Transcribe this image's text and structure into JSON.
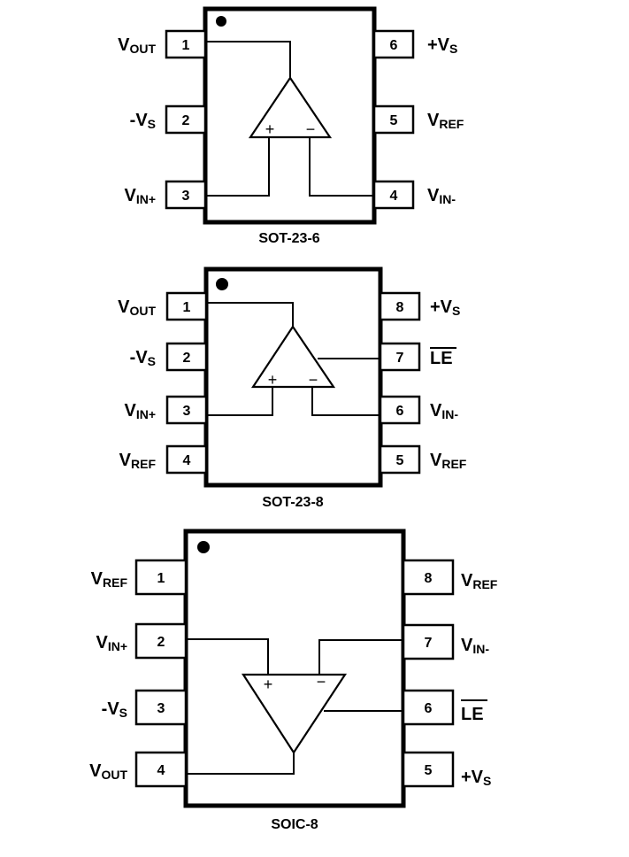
{
  "diagram": {
    "title": "Comparator pin configurations",
    "packages": [
      {
        "name": "SOT-23-6",
        "pins": [
          {
            "num": "1",
            "side": "left",
            "label_main": "V",
            "label_sub": "OUT",
            "overline": false
          },
          {
            "num": "2",
            "side": "left",
            "label_main": "-V",
            "label_sub": "S",
            "overline": false
          },
          {
            "num": "3",
            "side": "left",
            "label_main": "V",
            "label_sub": "IN+",
            "overline": false
          },
          {
            "num": "4",
            "side": "right",
            "label_main": "V",
            "label_sub": "IN-",
            "overline": false
          },
          {
            "num": "5",
            "side": "right",
            "label_main": "V",
            "label_sub": "REF",
            "overline": false
          },
          {
            "num": "6",
            "side": "right",
            "label_main": "+V",
            "label_sub": "S",
            "overline": false
          }
        ]
      },
      {
        "name": "SOT-23-8",
        "pins": [
          {
            "num": "1",
            "side": "left",
            "label_main": "V",
            "label_sub": "OUT",
            "overline": false
          },
          {
            "num": "2",
            "side": "left",
            "label_main": "-V",
            "label_sub": "S",
            "overline": false
          },
          {
            "num": "3",
            "side": "left",
            "label_main": "V",
            "label_sub": "IN+",
            "overline": false
          },
          {
            "num": "4",
            "side": "left",
            "label_main": "V",
            "label_sub": "REF",
            "overline": false
          },
          {
            "num": "5",
            "side": "right",
            "label_main": "V",
            "label_sub": "REF",
            "overline": false
          },
          {
            "num": "6",
            "side": "right",
            "label_main": "V",
            "label_sub": "IN-",
            "overline": false
          },
          {
            "num": "7",
            "side": "right",
            "label_main": "LE",
            "label_sub": "",
            "overline": true
          },
          {
            "num": "8",
            "side": "right",
            "label_main": "+V",
            "label_sub": "S",
            "overline": false
          }
        ]
      },
      {
        "name": "SOIC-8",
        "pins": [
          {
            "num": "1",
            "side": "left",
            "label_main": "V",
            "label_sub": "REF",
            "overline": false
          },
          {
            "num": "2",
            "side": "left",
            "label_main": "V",
            "label_sub": "IN+",
            "overline": false
          },
          {
            "num": "3",
            "side": "left",
            "label_main": "-V",
            "label_sub": "S",
            "overline": false
          },
          {
            "num": "4",
            "side": "left",
            "label_main": "V",
            "label_sub": "OUT",
            "overline": false
          },
          {
            "num": "5",
            "side": "right",
            "label_main": "+V",
            "label_sub": "S",
            "overline": false
          },
          {
            "num": "6",
            "side": "right",
            "label_main": "LE",
            "label_sub": "",
            "overline": true
          },
          {
            "num": "7",
            "side": "right",
            "label_main": "V",
            "label_sub": "IN-",
            "overline": false
          },
          {
            "num": "8",
            "side": "right",
            "label_main": "V",
            "label_sub": "REF",
            "overline": false
          }
        ]
      }
    ],
    "signs": {
      "plus": "+",
      "minus": "−"
    }
  }
}
